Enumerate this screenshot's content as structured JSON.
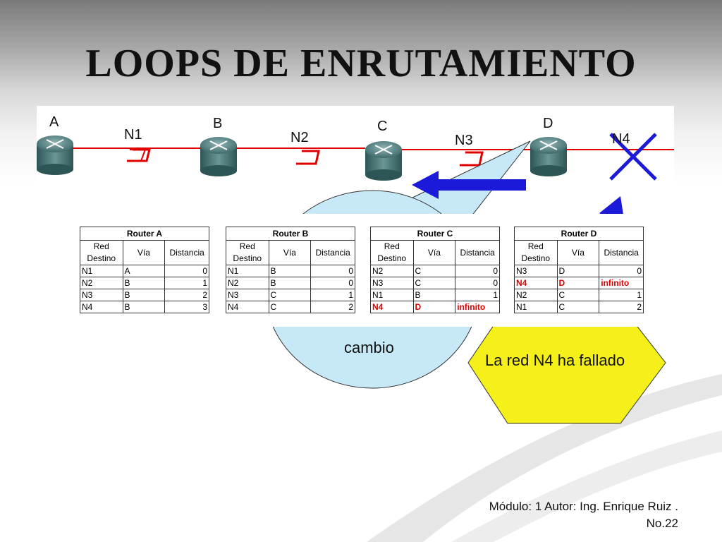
{
  "slide": {
    "title": "LOOPS DE ENRUTAMIENTO",
    "footer_line1": "Módulo: 1 Autor: Ing. Enrique Ruiz .",
    "footer_line2": "No.22"
  },
  "network": {
    "routers": [
      "A",
      "B",
      "C",
      "D"
    ],
    "networks": [
      "N1",
      "N2",
      "N3",
      "N4"
    ],
    "failed_network": "N4"
  },
  "callouts": {
    "bubble_text": "cambio",
    "hexagon_text": "La red N4 ha fallado"
  },
  "colors": {
    "link": "#e00000",
    "failure_x": "#1a1ad8",
    "arrow": "#1a1ad8",
    "bubble": "#c7e9f7",
    "hexagon": "#f5f019",
    "highlight_text": "#e00000"
  },
  "tables": [
    {
      "title": "Router A",
      "headers": [
        "Red\nDestino",
        "Vía",
        "Distancia"
      ],
      "rows": [
        {
          "red": "N1",
          "via": "A",
          "dist": "0",
          "highlight": false
        },
        {
          "red": "N2",
          "via": "B",
          "dist": "1",
          "highlight": false
        },
        {
          "red": "N3",
          "via": "B",
          "dist": "2",
          "highlight": false
        },
        {
          "red": "N4",
          "via": "B",
          "dist": "3",
          "highlight": false
        }
      ]
    },
    {
      "title": "Router B",
      "headers": [
        "Red\nDestino",
        "Vía",
        "Distancia"
      ],
      "rows": [
        {
          "red": "N1",
          "via": "B",
          "dist": "0",
          "highlight": false
        },
        {
          "red": "N2",
          "via": "B",
          "dist": "0",
          "highlight": false
        },
        {
          "red": "N3",
          "via": "C",
          "dist": "1",
          "highlight": false
        },
        {
          "red": "N4",
          "via": "C",
          "dist": "2",
          "highlight": false
        }
      ]
    },
    {
      "title": "Router C",
      "headers": [
        "Red\nDestino",
        "Vía",
        "Distancia"
      ],
      "rows": [
        {
          "red": "N2",
          "via": "C",
          "dist": "0",
          "highlight": false
        },
        {
          "red": "N3",
          "via": "C",
          "dist": "0",
          "highlight": false
        },
        {
          "red": "N1",
          "via": "B",
          "dist": "1",
          "highlight": false
        },
        {
          "red": "N4",
          "via": "D",
          "dist": "infinito",
          "highlight": true
        }
      ]
    },
    {
      "title": "Router D",
      "headers": [
        "Red\nDestino",
        "Vía",
        "Distancia"
      ],
      "rows": [
        {
          "red": "N3",
          "via": "D",
          "dist": "0",
          "highlight": false
        },
        {
          "red": "N4",
          "via": "D",
          "dist": "infinito",
          "highlight": true
        },
        {
          "red": "N2",
          "via": "C",
          "dist": "1",
          "highlight": false
        },
        {
          "red": "N1",
          "via": "C",
          "dist": "2",
          "highlight": false
        }
      ]
    }
  ]
}
